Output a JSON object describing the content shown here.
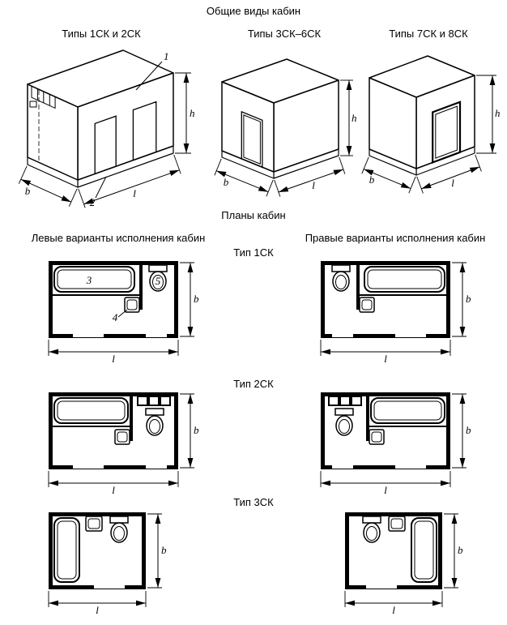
{
  "page": {
    "title": "Общие виды кабин",
    "plans_title": "Планы кабин"
  },
  "general_views": {
    "captions": [
      "Типы 1СК и 2СК",
      "Типы 3СК–6СК",
      "Типы 7СК и 8СК"
    ]
  },
  "plans": {
    "left_header": "Левые варианты исполнения кабин",
    "right_header": "Правые варианты исполнения кабин",
    "row_labels": [
      "Тип 1СК",
      "Тип 2СК",
      "Тип 3СК"
    ]
  },
  "dims": {
    "h": "h",
    "b": "b",
    "l": "l"
  },
  "callouts": {
    "c1": "1",
    "c2": "2",
    "c3": "3",
    "c4": "4",
    "c5": "5"
  }
}
